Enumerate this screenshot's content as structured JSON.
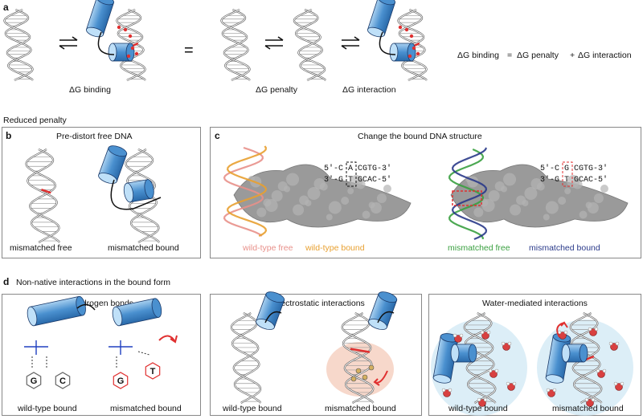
{
  "panel_a": {
    "letter": "a",
    "eq_sign": "=",
    "label_binding": "ΔG binding",
    "label_penalty": "ΔG penalty",
    "label_interaction": "ΔG interaction",
    "equation": {
      "lhs": "ΔG binding",
      "eq": "=",
      "term1": "ΔG penalty",
      "plus": "+",
      "term2": "ΔG interaction"
    }
  },
  "section_reduced": "Reduced penalty",
  "panel_b": {
    "letter": "b",
    "title": "Pre-distort free DNA",
    "label_free": "mismatched free",
    "label_bound": "mismatched bound"
  },
  "panel_c": {
    "letter": "c",
    "title": "Change the bound DNA structure",
    "seq1_top": "5'-C A CGTG-3'",
    "seq1_bot": "3'-G T GCAC-5'",
    "seq1_top_mid": "A",
    "seq1_bot_mid": "T",
    "seq2_top": "5'-C G CGTG-3'",
    "seq2_bot": "3'-G T GCAC-5'",
    "seq2_top_mid": "G",
    "seq2_bot_mid": "T",
    "legend": [
      {
        "text": "wild-type free",
        "color": "#e8908a"
      },
      {
        "text": "wild-type bound",
        "color": "#e8a030"
      },
      {
        "text": "mismatched free",
        "color": "#3aa040"
      },
      {
        "text": "mismatched bound",
        "color": "#2a3a8a"
      }
    ]
  },
  "panel_d": {
    "letter": "d",
    "title": "Non-native interactions in the bound form",
    "sub1": {
      "title": "Hydrogen bonds",
      "label_wt": "wild-type bound",
      "label_mm": "mismatched bound",
      "atoms_wt_base1": "G",
      "atoms_wt_base2": "C",
      "atoms_mm_base1": "G",
      "atoms_mm_base2": "T"
    },
    "sub2": {
      "title": "Electrostatic interactions",
      "label_wt": "wild-type bound",
      "label_mm": "mismatched bound"
    },
    "sub3": {
      "title": "Water-mediated interactions",
      "label_wt": "wild-type bound",
      "label_mm": "mismatched bound"
    }
  },
  "colors": {
    "protein_blue": "#4a90cf",
    "mismatch_red": "#e03030",
    "surface_gray": "#9a9a9a",
    "hbond_blue": "#2040c0",
    "water_halo": "#bfe0f0"
  }
}
